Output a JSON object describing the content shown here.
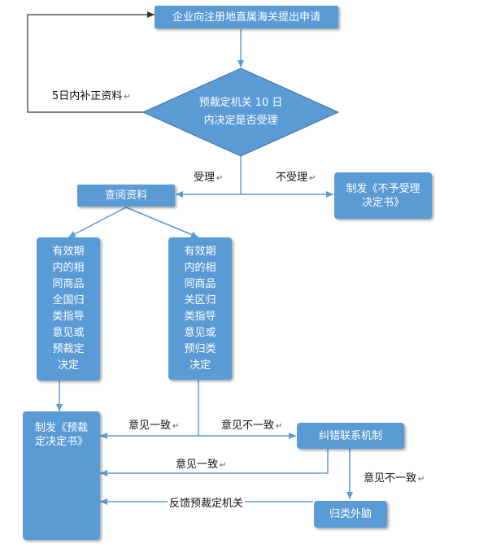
{
  "nodes": {
    "start": "企业向注册地直属海关提出申请",
    "decision_line1": "预裁定机关 10 日",
    "decision_line2": "内决定是否受理",
    "reject": "制发《不予受理决定书》",
    "review": "查阅资料",
    "national": [
      "有效期",
      "内的相",
      "同商品",
      "全国归",
      "类指导",
      "意见或",
      "预裁定",
      "决定"
    ],
    "customs": [
      "有效期",
      "内的相",
      "同商品",
      "关区归",
      "类指导",
      "意见或",
      "预归类",
      "决定"
    ],
    "issue": "制发《预裁定决定书》",
    "correction": "纠错联系机制",
    "head_office": "归类外脑"
  },
  "labels": {
    "supplement": "5日内补正资料",
    "accept": "受理",
    "not_accept": "不受理",
    "agree1": "意见一致",
    "disagree1": "意见不一致",
    "agree2": "意见一致",
    "disagree2": "意见不一致",
    "feedback": "反馈预裁定机关"
  },
  "colors": {
    "node_fill": "#5b9bd5",
    "node_stroke": "#41719c",
    "arrow": "#5b9bd5"
  }
}
